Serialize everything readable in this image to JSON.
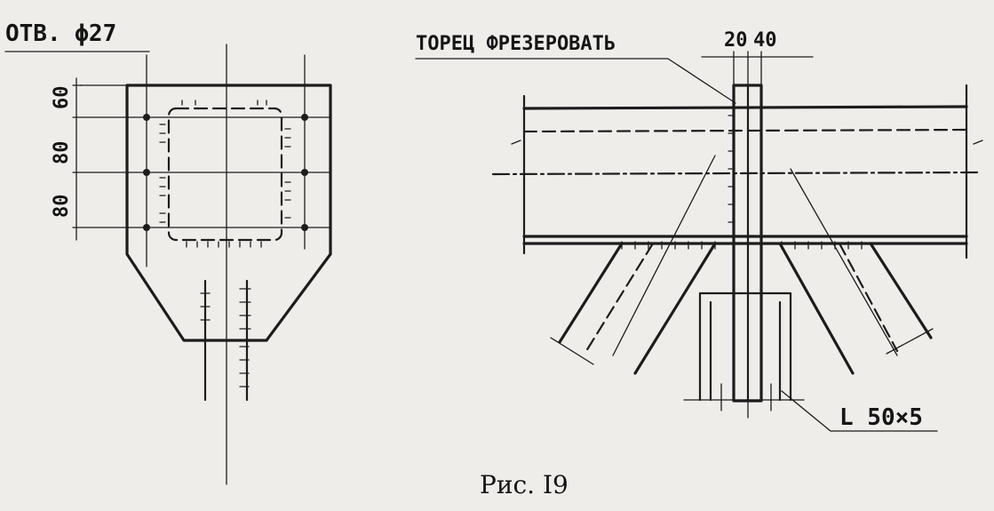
{
  "left_view": {
    "hole_label": "ОТВ. ϕ27",
    "dimensions": [
      "60",
      "80",
      "80"
    ]
  },
  "right_view": {
    "note": "ТОРЕЦ ФРЕЗЕРОВАТЬ",
    "top_dims": [
      "20",
      "40"
    ],
    "angle_label": "L 50×5"
  },
  "caption": "Рис. I9",
  "colors": {
    "paper": "#efedea",
    "ink": "#1c1c1c"
  }
}
